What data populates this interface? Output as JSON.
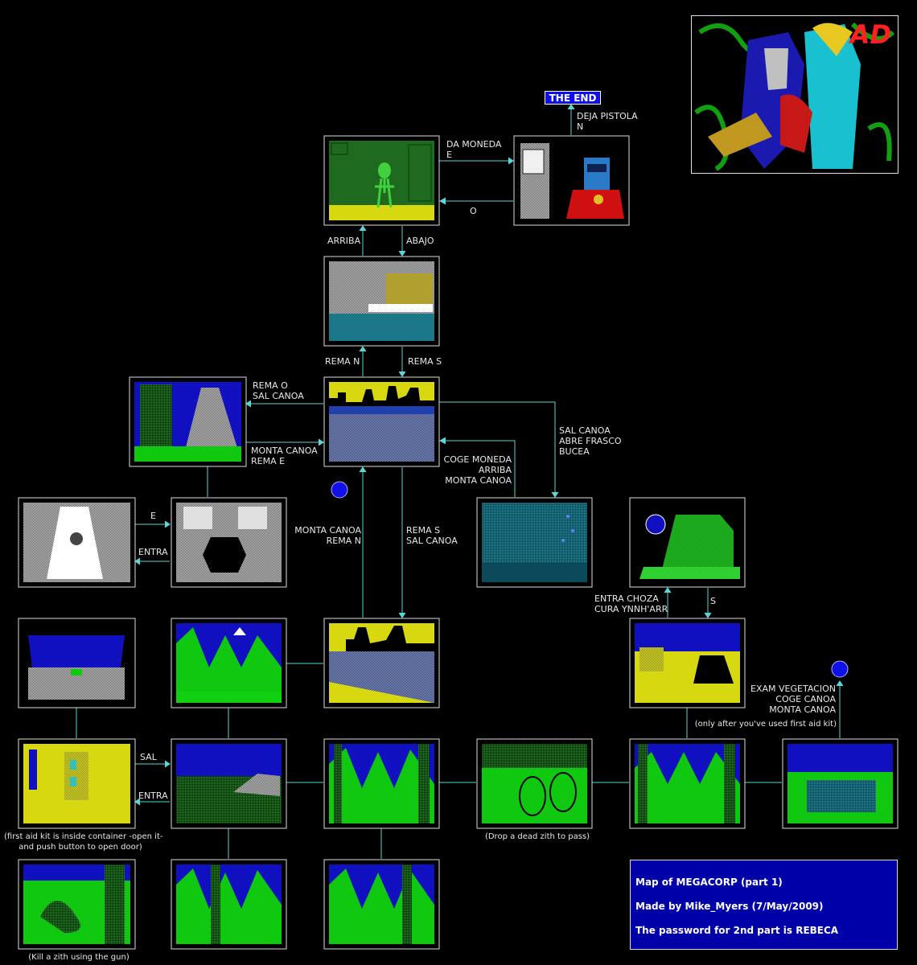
{
  "the_end": "THE END",
  "credits": {
    "line1": "Map of MEGACORP (part 1)",
    "line2": "Made by Mike_Myers (7/May/2009)",
    "line3": "The password for 2nd part is REBECA"
  },
  "cover_logo": "AD",
  "connection_labels": {
    "deja_pistola": "DEJA PISTOLA\nN",
    "da_moneda": "DA MONEDA\nE",
    "o": "O",
    "arriba": "ARRIBA",
    "abajo": "ABAJO",
    "rema_n": "REMA N",
    "rema_s": "REMA S",
    "rema_o": "REMA O\nSAL CANOA",
    "monta_canoa_rema_e": "MONTA CANOA\nREMA E",
    "sal_canoa_abre": "SAL CANOA\nABRE FRASCO\nBUCEA",
    "coge_moneda": "COGE MONEDA\nARRIBA\nMONTA CANOA",
    "e": "E",
    "entra_1": "ENTRA",
    "monta_canoa_rema_n": "MONTA CANOA\nREMA N",
    "rema_s_sal_canoa": "REMA S\nSAL CANOA",
    "entra_choza": "ENTRA CHOZA\nCURA YNNH'ARR",
    "s": "S",
    "exam_vegetacion": "EXAM VEGETACION\nCOGE CANOA\nMONTA CANOA",
    "only_after": "(only after you've used first aid kit)",
    "sal": "SAL",
    "entra_2": "ENTRA"
  },
  "notes": {
    "first_aid": "(first aid kit is inside container -open it-\nand push button to open door)",
    "drop_zith": "(Drop a dead zith to pass)",
    "kill_zith": "(Kill a zith using the gun)"
  },
  "colors": {
    "line": "#5ad6d6",
    "marker": "#1010e8",
    "credits_bg": "#0000a8"
  }
}
